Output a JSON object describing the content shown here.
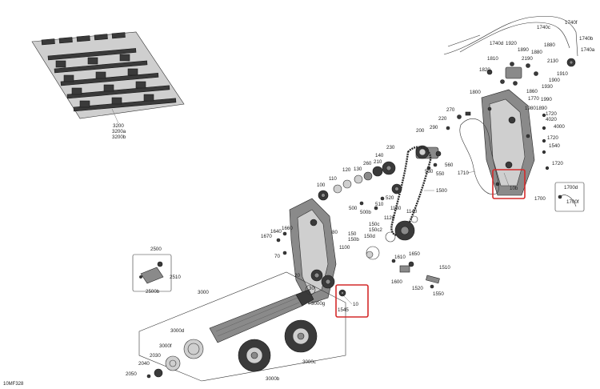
{
  "diagram_id": "10MF328",
  "highlight_color": "#d42a2a",
  "labels": {
    "l3200": "3200",
    "l3200a": "3200a",
    "l3200b": "3200b",
    "l1740f": "1740f",
    "l1740c": "1740c",
    "l1740d": "1740d",
    "l1740b": "1740b",
    "l1740a": "1740a",
    "l1920": "1920",
    "l1890": "1890",
    "l1880": "1880",
    "l2180": "1880",
    "l1810": "1810",
    "l2190": "2190",
    "l2130": "2130",
    "l1820": "1820",
    "l1910": "1910",
    "l1900": "1900",
    "l1930": "1930",
    "l1860": "1860",
    "l1800": "1800",
    "l1770": "1770",
    "l1990": "1990",
    "l1980": "1980",
    "l1890b": "1890",
    "l1720": "1720",
    "l4020": "4020",
    "l4000": "4000",
    "l1720b": "1720",
    "l1540": "1540",
    "l1720c": "1720",
    "l270": "270",
    "l220": "220",
    "l290": "290",
    "l200": "200",
    "l560": "560",
    "l530": "530",
    "l550": "550",
    "l1710": "1710",
    "l10b": "10b",
    "l1700": "1700",
    "l1700d": "1700d",
    "l1700f": "1700f",
    "l230": "230",
    "l140": "140",
    "l260": "260",
    "l210": "210",
    "l120": "120",
    "l130": "130",
    "l110": "110",
    "l100": "100",
    "l500": "500",
    "l510": "510",
    "l520": "520",
    "l500b": "500b",
    "l1500": "1500",
    "l1130": "1130",
    "l1140": "1140",
    "l1120": "1120",
    "l1660": "1660",
    "l1640": "1640",
    "l1670": "1670",
    "l80": "80",
    "l150": "150",
    "l150b": "150b",
    "l150c": "150c",
    "l150c2": "150c2",
    "l150d": "150d",
    "l1100": "1100",
    "l70": "70",
    "l1610": "1610",
    "l1650": "1650",
    "l1510": "1510",
    "l1600": "1600",
    "l1520": "1520",
    "l1550": "1550",
    "l2500": "2500",
    "l2510": "2510",
    "l2500b": "2500b",
    "l20": "20",
    "l30": "30",
    "l3000": "3000",
    "l3000g": "3000g",
    "l1545": "1545",
    "l10": "10",
    "l3000d": "3000d",
    "l3000f": "3000f",
    "l2030": "2030",
    "l2040": "2040",
    "l2050": "2050",
    "l3000b": "3000b",
    "l3000c": "3000c"
  }
}
